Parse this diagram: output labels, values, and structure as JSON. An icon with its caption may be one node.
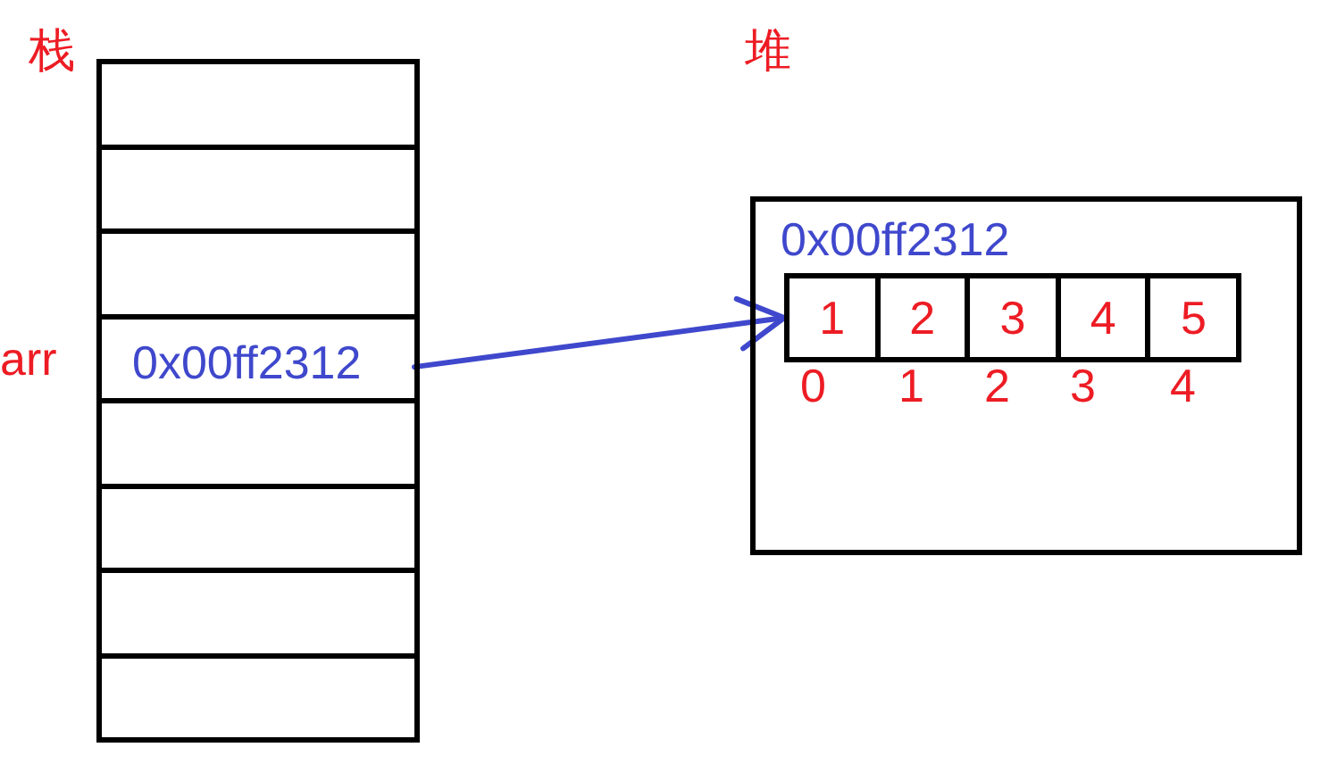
{
  "diagram": {
    "nodes": [
      {
        "text": [
          "栈"
        ]
      },
      {
        "text": [],
        "shape": "box",
        "in": 0
      },
      {
        "text": [],
        "shape": "box",
        "in": 0
      },
      {
        "text": [],
        "shape": "box",
        "in": 0
      },
      {
        "text": [
          "0x00ff2312"
        ],
        "in": 0,
        "beside": [
          "arr"
        ]
      },
      {
        "text": [],
        "shape": "box",
        "in": 0
      },
      {
        "text": [],
        "shape": "box",
        "in": 0
      },
      {
        "text": [],
        "shape": "box",
        "in": 0
      },
      {
        "text": [],
        "shape": "box",
        "in": 0
      },
      {
        "text": [
          "堆",
          "0x00ff2312"
        ]
      },
      {
        "text": [],
        "shape": "box",
        "in": 9
      },
      {
        "text": [
          "1"
        ],
        "in": 10,
        "beside": [
          "0"
        ]
      },
      {
        "text": [
          "2"
        ],
        "in": 10,
        "beside": [
          "1"
        ]
      },
      {
        "text": [
          "3"
        ],
        "in": 10,
        "beside": [
          "2"
        ]
      },
      {
        "text": [
          "4"
        ],
        "in": 10,
        "beside": [
          "3"
        ]
      },
      {
        "text": [
          "5"
        ],
        "in": 10,
        "beside": [
          "4"
        ]
      }
    ],
    "edges": [
      {
        "from": 4,
        "to": 10,
        "arrow": "to"
      }
    ]
  }
}
